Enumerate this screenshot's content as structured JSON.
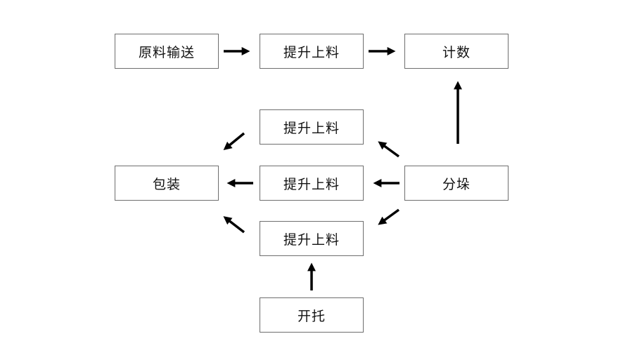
{
  "nodes": {
    "raw_material_conveying": "原料输送",
    "lift_feed_top": "提升上料",
    "counting": "计数",
    "lift_feed_a": "提升上料",
    "packaging": "包装",
    "lift_feed_b": "提升上料",
    "stacking": "分垛",
    "lift_feed_c": "提升上料",
    "pallet_opening": "开托"
  },
  "colors": {
    "border": "#6e6e6e",
    "arrow": "#000000",
    "text": "#111111"
  }
}
